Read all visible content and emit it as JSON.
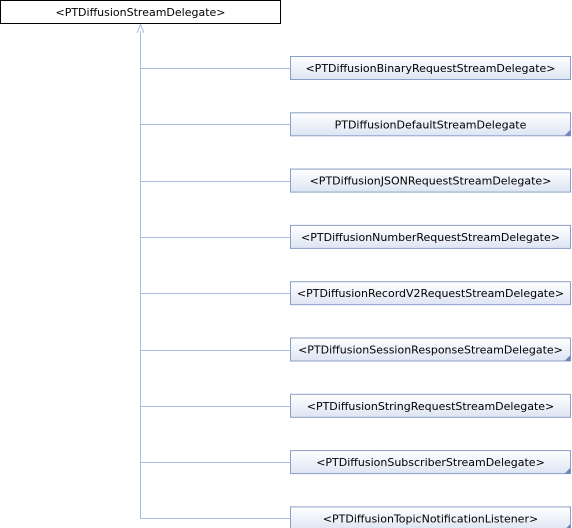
{
  "root": {
    "label": "<PTDiffusionStreamDelegate>"
  },
  "children": [
    {
      "label": "<PTDiffusionBinaryRequestStreamDelegate>",
      "has_more": false
    },
    {
      "label": "PTDiffusionDefaultStreamDelegate",
      "has_more": true
    },
    {
      "label": "<PTDiffusionJSONRequestStreamDelegate>",
      "has_more": false
    },
    {
      "label": "<PTDiffusionNumberRequestStreamDelegate>",
      "has_more": false
    },
    {
      "label": "<PTDiffusionRecordV2RequestStreamDelegate>",
      "has_more": false
    },
    {
      "label": "<PTDiffusionSessionResponseStreamDelegate>",
      "has_more": true
    },
    {
      "label": "<PTDiffusionStringRequestStreamDelegate>",
      "has_more": false
    },
    {
      "label": "<PTDiffusionSubscriberStreamDelegate>",
      "has_more": true
    },
    {
      "label": "<PTDiffusionTopicNotificationListener>",
      "has_more": true
    }
  ],
  "colors": {
    "edge": "#a8bde0",
    "child_fill_top": "#ffffff",
    "child_fill_bottom": "#dde5f3",
    "child_border": "#8a9fc8",
    "corner_marker": "#6e84b8"
  }
}
